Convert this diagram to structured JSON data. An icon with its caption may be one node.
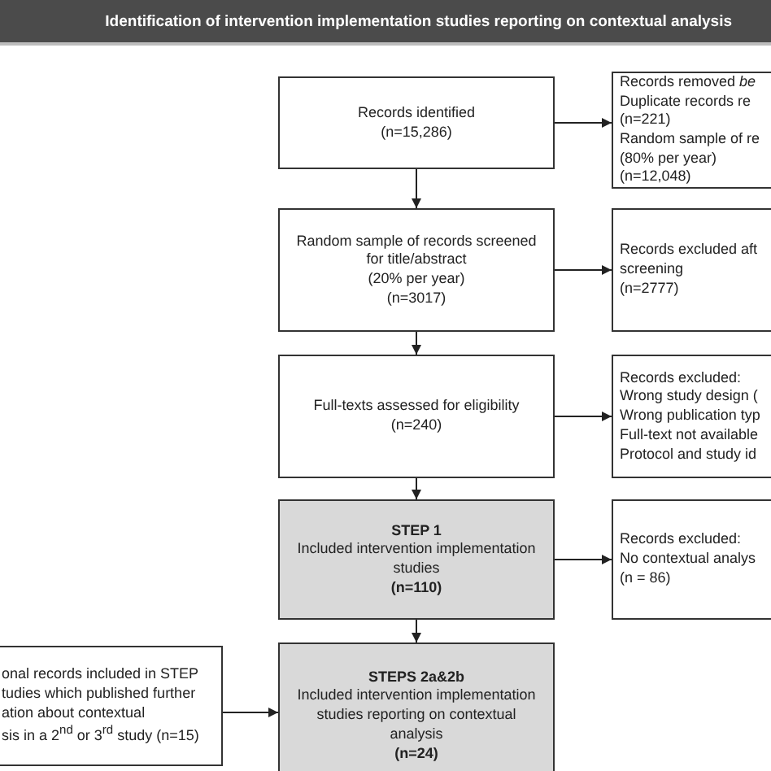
{
  "diagram": {
    "title": "Identification of intervention implementation studies reporting on contextual analysis",
    "nodes": [
      {
        "text": [
          "Records identified",
          "(n=15,286)"
        ]
      },
      {
        "text": [
          "Records removed *be*",
          "Duplicate records re",
          "(n=221)",
          "Random sample of re",
          "(80% per year)",
          "(n=12,048)"
        ]
      },
      {
        "text": [
          "Random sample of records screened for title/abstract",
          "(20% per year)",
          "(n=3017)"
        ]
      },
      {
        "text": [
          "Records excluded aft",
          "screening",
          "(n=2777)"
        ]
      },
      {
        "text": [
          "Full-texts assessed for eligibility",
          "(n=240)"
        ]
      },
      {
        "text": [
          "Records excluded:",
          "Wrong study design (",
          "Wrong publication typ",
          "Full-text not available",
          "Protocol and study id"
        ]
      },
      {
        "text": [
          "STEP 1",
          "Included intervention implementation studies",
          "(n=110)"
        ]
      },
      {
        "text": [
          "Records excluded:",
          "No contextual analys",
          "(n = 86)"
        ]
      },
      {
        "text": [
          "onal records included in STEP",
          "tudies which published further",
          "ation about contextual",
          "sis in a 2$^{nd}$ or 3$^{rd}$ study (n=15)"
        ]
      },
      {
        "text": [
          "STEPS 2a&2b",
          "Included intervention implementation studies reporting on contextual analysis",
          "(n=24)"
        ]
      }
    ],
    "edges": [
      {
        "from": 0,
        "to": 1,
        "arrow": "to"
      },
      {
        "from": 0,
        "to": 2,
        "arrow": "to"
      },
      {
        "from": 2,
        "to": 3,
        "arrow": "to"
      },
      {
        "from": 2,
        "to": 4,
        "arrow": "to"
      },
      {
        "from": 4,
        "to": 5,
        "arrow": "to"
      },
      {
        "from": 4,
        "to": 6,
        "arrow": "to"
      },
      {
        "from": 6,
        "to": 7,
        "arrow": "to"
      },
      {
        "from": 6,
        "to": 9,
        "arrow": "to"
      },
      {
        "from": 8,
        "to": 9,
        "arrow": "to"
      }
    ]
  }
}
